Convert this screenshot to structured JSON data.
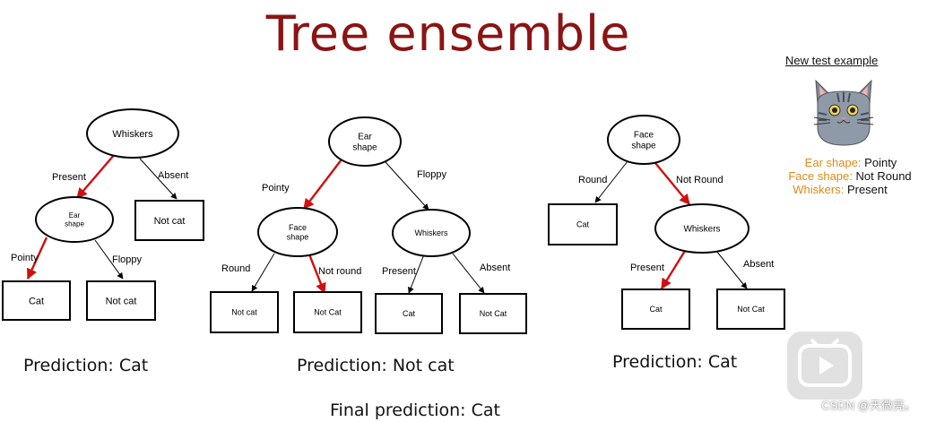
{
  "title": "Tree ensemble",
  "trees": [
    {
      "nodes": [
        "Whiskers",
        "Ear\nshape",
        "Not cat",
        "Cat",
        "Not cat"
      ],
      "edges": [
        "Present",
        "Absent",
        "Pointy",
        "Floppy"
      ],
      "prediction": "Prediction: Cat"
    },
    {
      "nodes": [
        "Ear\nshape",
        "Face\nshape",
        "Whiskers",
        "Not cat",
        "Not Cat",
        "Cat",
        "Not Cat"
      ],
      "edges": [
        "Pointy",
        "Floppy",
        "Round",
        "Not round",
        "Present",
        "Absent"
      ],
      "prediction": "Prediction: Not cat"
    },
    {
      "nodes": [
        "Face\nshape",
        "Cat",
        "Whiskers",
        "Cat",
        "Not Cat"
      ],
      "edges": [
        "Round",
        "Not Round",
        "Present",
        "Absent"
      ],
      "prediction": "Prediction: Cat"
    }
  ],
  "final_prediction": "Final prediction: Cat",
  "test_example": {
    "title": "New test example",
    "features": [
      {
        "key": "Ear shape:",
        "value": "Pointy"
      },
      {
        "key": "Face shape:",
        "value": "Not Round"
      },
      {
        "key": "Whiskers:",
        "value": "Present"
      }
    ]
  },
  "watermark": "CSDN @天微亮。",
  "colors": {
    "title": "#8b1414",
    "path": "#d01010",
    "feature_key": "#d98b1a"
  }
}
